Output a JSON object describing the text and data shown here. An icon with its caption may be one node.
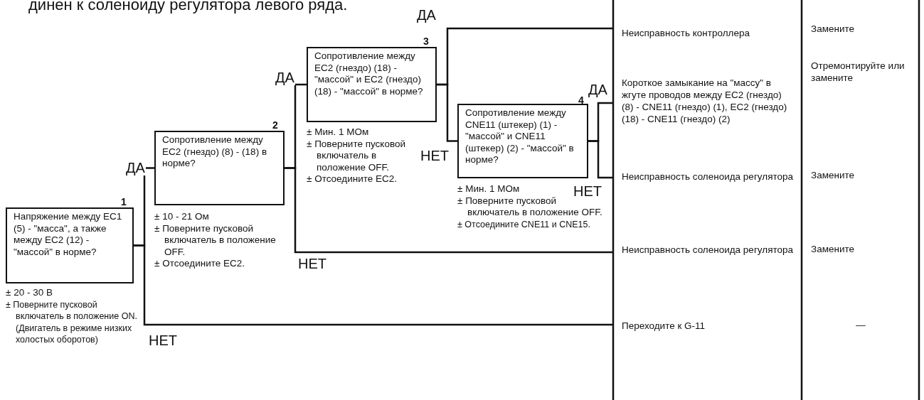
{
  "diagram": {
    "nodes": [
      {
        "text": [
          "Напряжение между EC1 (5) - \"масса\", а также между EC2 (12) - \"массой\" в норме?"
        ],
        "beside": [
          "1",
          "± 20 - 30 В",
          "± Поверните пусковой включатель в положение ON. (Двигатель в режиме низких холостых оборотов)"
        ]
      },
      {
        "text": [
          "Сопротивление между EC2 (гнездо) (8) - (18) в норме?"
        ],
        "beside": [
          "2",
          "± 10 - 21 Ом",
          "± Поверните пусковой включатель в положение OFF.",
          "± Отсоедините EC2."
        ]
      },
      {
        "text": [
          "Сопротивление между EC2 (гнездо) (18) - \"массой\" и EC2 (гнездо) (18) - \"массой\" в норме?"
        ],
        "beside": [
          "3",
          "± Мин. 1 МОм",
          "± Поверните пусковой включатель в положение OFF.",
          "± Отсоедините EC2."
        ]
      },
      {
        "text": [
          "Сопротивление между CNE11 (штекер) (1) - \"массой\" и CNE11 (штекер) (2) - \"массой\" в норме?"
        ],
        "beside": [
          "4",
          "± Мин. 1 МОм",
          "± Поверните пусковой включатель в положение OFF.",
          "± Отсоедините CNE11 и CNE15."
        ]
      },
      {
        "text": [
          "Неисправность контроллера"
        ]
      },
      {
        "text": [
          "Короткое замыкание на \"массу\" в жгуте проводов между EC2 (гнездо) (8) - CNE11 (гнездо) (1), EC2 (гнездо) (18) - CNE11 (гнездо) (2)"
        ]
      },
      {
        "text": [
          "Неисправность соленоида регулятора"
        ]
      },
      {
        "text": [
          "Неисправность соленоида регулятора"
        ]
      },
      {
        "text": [
          "Переходите к G-11"
        ]
      }
    ],
    "edges": [
      {
        "from": 0,
        "to": 1,
        "arrow": "none",
        "label": "ДА"
      },
      {
        "from": 0,
        "to": 8,
        "arrow": "none",
        "label": "НЕТ"
      },
      {
        "from": 1,
        "to": 2,
        "arrow": "none",
        "label": "ДА"
      },
      {
        "from": 1,
        "to": 7,
        "arrow": "none",
        "label": "НЕТ"
      },
      {
        "from": 2,
        "to": 4,
        "arrow": "none",
        "label": "ДА"
      },
      {
        "from": 2,
        "to": 3,
        "arrow": "none",
        "label": "НЕТ"
      },
      {
        "from": 3,
        "to": 5,
        "arrow": "none",
        "label": "ДА"
      },
      {
        "from": 3,
        "to": 6,
        "arrow": "none",
        "label": "НЕТ"
      }
    ],
    "labels": [
      "динен к соленоиду регулятора левого ряда.",
      "Замените",
      "Отремонтируйте или замените",
      "Замените",
      "Замените",
      "—"
    ]
  }
}
